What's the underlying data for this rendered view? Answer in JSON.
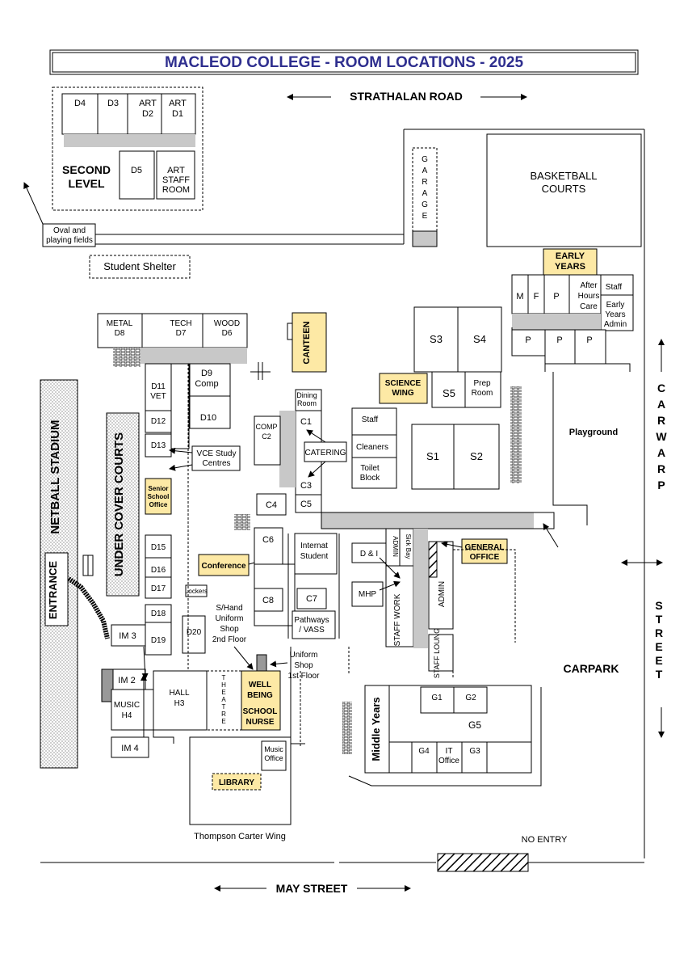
{
  "title": "MACLEOD COLLEGE - ROOM LOCATIONS - 2025",
  "roads": {
    "north": "STRATHALAN ROAD",
    "south": "MAY STREET",
    "east_top": "CARWARP",
    "east_bottom": "STREET"
  },
  "second_level": {
    "label_1": "SECOND",
    "label_2": "LEVEL",
    "rooms": [
      "D4",
      "D3",
      "ART D2",
      "ART D1",
      "D5",
      "ART STAFF ROOM"
    ]
  },
  "labels": {
    "oval": "Oval and playing fields",
    "student_shelter": "Student Shelter",
    "garage": "GARAGE",
    "basketball": "BASKETBALL COURTS",
    "early_years": "EARLY YEARS",
    "netball": "NETBALL STADIUM",
    "under_cover": "UNDER COVER COURTS",
    "entrance": "ENTRANCE",
    "playground": "Playground",
    "carpark": "CARPARK",
    "no_entry": "NO ENTRY",
    "thompson": "Thompson Carter Wing",
    "canteen": "CANTEEN",
    "science_wing": "SCIENCE WING",
    "general_office": "GENERAL OFFICE",
    "conference": "Conference",
    "senior_office": "Senior School Office",
    "library": "LIBRARY",
    "well_being": "WELL BEING",
    "school_nurse": "SCHOOL NURSE",
    "middle_years": "Middle Years",
    "theatre": "THEATRE",
    "vce": "VCE Study Centres",
    "shand": "S/Hand Uniform Shop 2nd Floor",
    "uniform": "Uniform Shop 1st Floor",
    "lockers": "Lockers"
  },
  "rooms": {
    "metal": "METAL D8",
    "tech": "TECH D7",
    "wood": "WOOD D6",
    "d9": "D9 Comp",
    "d10": "D10",
    "d11": "D11 VET",
    "d12": "D12",
    "d13": "D13",
    "d15": "D15",
    "d16": "D16",
    "d17": "D17",
    "d18": "D18",
    "d19": "D19",
    "d20": "D20",
    "comp_c2": "COMP C2",
    "c1": "C1",
    "c3": "C3",
    "c4": "C4",
    "c5": "C5",
    "c6": "C6",
    "c7": "C7",
    "c8": "C8",
    "dining": "Dining Room",
    "catering": "CATERING",
    "internat": "Internat Student",
    "pathways": "Pathways / VASS",
    "s1": "S1",
    "s2": "S2",
    "s3": "S3",
    "s4": "S4",
    "s5": "S5",
    "prep": "Prep Room",
    "staff": "Staff",
    "cleaners": "Cleaners",
    "toilet": "Toilet Block",
    "di": "D & I",
    "mhp": "MHP",
    "admin_small": "ADMIN",
    "sick_bay": "Sick Bay",
    "staff_work": "STAFF WORK",
    "admin": "ADMIN",
    "staff_lounge": "STAFF LOUNG",
    "g1": "G1",
    "g2": "G2",
    "g3": "G3",
    "g4": "G4",
    "g5": "G5",
    "it_office": "IT Office",
    "im2": "IM 2",
    "im3": "IM 3",
    "im4": "IM 4",
    "music": "MUSIC H4",
    "hall": "HALL H3",
    "music_office": "Music Office",
    "m": "M",
    "f": "F",
    "p": "P",
    "after_hours": "After Hours Care",
    "ey_staff": "Staff",
    "ey_admin": "Early Years Admin"
  }
}
